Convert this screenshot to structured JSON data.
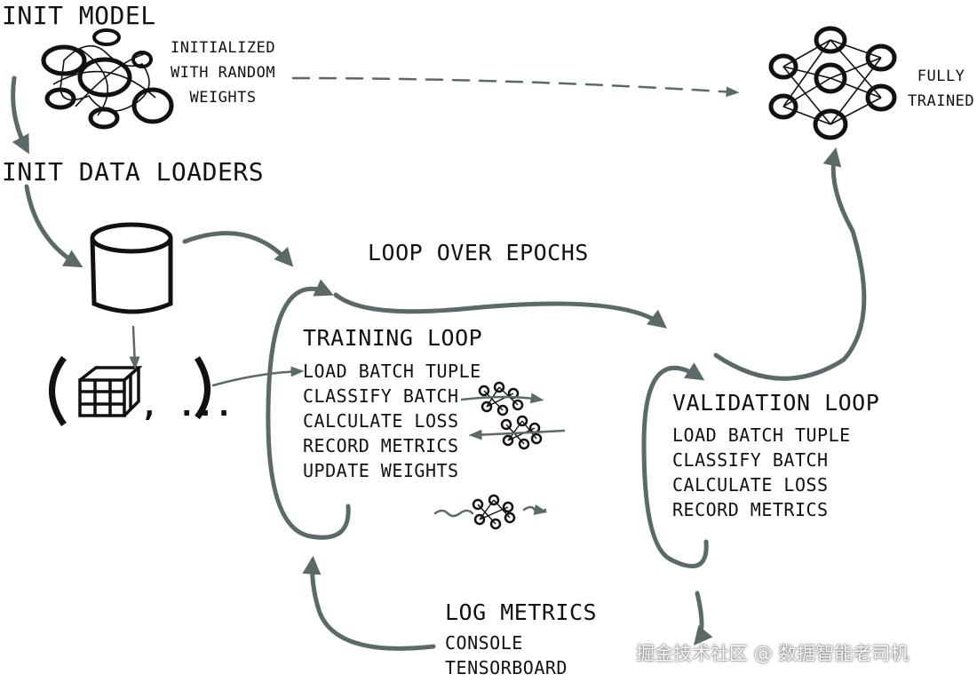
{
  "init_model": "INIT MODEL",
  "init_note": [
    "INITIALIZED",
    "WITH RANDOM",
    "WEIGHTS"
  ],
  "fully_trained": [
    "FULLY",
    "TRAINED"
  ],
  "init_loaders": "INIT DATA LOADERS",
  "tuple_rest": ", ...",
  "loop_epochs": "LOOP OVER EPOCHS",
  "training": {
    "title": "TRAINING LOOP",
    "steps": [
      "LOAD BATCH TUPLE",
      "CLASSIFY BATCH",
      "CALCULATE LOSS",
      "RECORD METRICS",
      "UPDATE WEIGHTS"
    ]
  },
  "validation": {
    "title": "VALIDATION LOOP",
    "steps": [
      "LOAD BATCH TUPLE",
      "CLASSIFY BATCH",
      "CALCULATE LOSS",
      "RECORD METRICS"
    ]
  },
  "log": {
    "title": "LOG METRICS",
    "items": [
      "CONSOLE",
      "TENSORBOARD"
    ]
  },
  "watermark": "掘金技术社区 @ 数据智能老司机",
  "colors": {
    "arrow": "#5b6a68",
    "ink": "#111111"
  }
}
